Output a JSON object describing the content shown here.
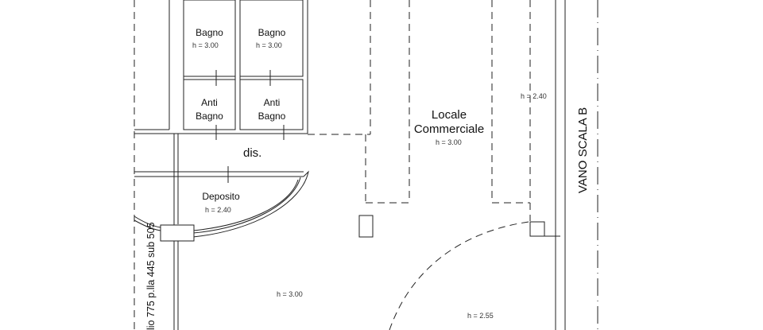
{
  "rooms": {
    "bagno_1": {
      "name": "Bagno",
      "height": "h = 3.00"
    },
    "bagno_2": {
      "name": "Bagno",
      "height": "h = 3.00"
    },
    "antibagno_1": {
      "name_line1": "Anti",
      "name_line2": "Bagno"
    },
    "antibagno_2": {
      "name_line1": "Anti",
      "name_line2": "Bagno"
    },
    "disimpegno": {
      "name": "dis."
    },
    "deposito": {
      "name": "Deposito",
      "height": "h = 2.40"
    },
    "locale_commerciale": {
      "name_line1": "Locale",
      "name_line2": "Commerciale",
      "height": "h = 3.00"
    },
    "area_center": {
      "height": "h = 3.00"
    },
    "area_right": {
      "height": "h = 2.55"
    },
    "strip_right": {
      "height": "h = 2.40"
    }
  },
  "vano_scala": "VANO SCALA B",
  "cadastral_note": "lio 775 p.lla 445 sub 505",
  "colors": {
    "line": "#222222",
    "background": "#ffffff"
  }
}
